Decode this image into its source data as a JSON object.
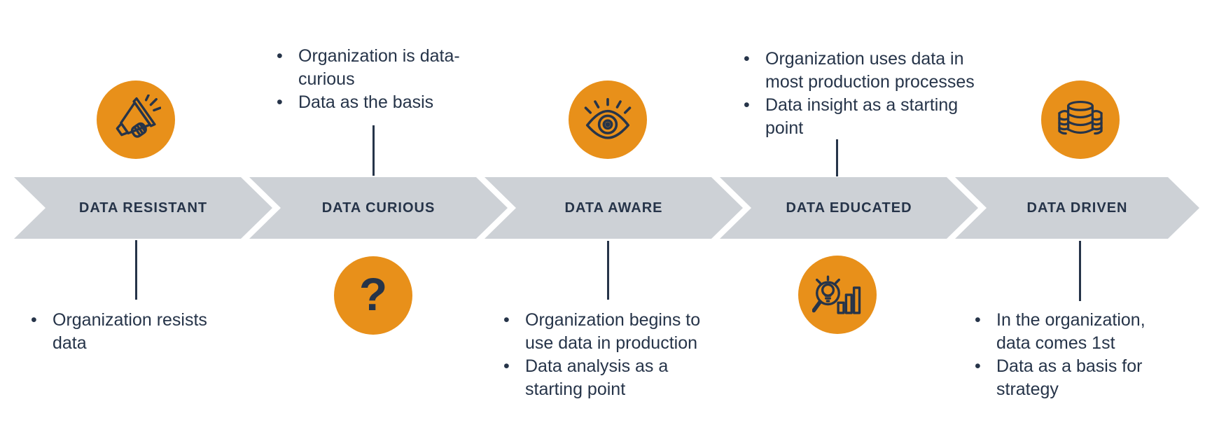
{
  "colors": {
    "accent_orange": "#E8901A",
    "band_gray": "#CDD1D6",
    "navy": "#263449",
    "background": "#FFFFFF"
  },
  "diagram_type": "data-maturity-process-timeline",
  "stages": [
    {
      "label": "DATA RESISTANT",
      "icon": "megaphone-icon",
      "icon_position": "above",
      "notes_position": "below",
      "bullets": [
        "Organization resists data"
      ]
    },
    {
      "label": "DATA CURIOUS",
      "icon": "question-mark-icon",
      "icon_glyph": "?",
      "icon_position": "below",
      "notes_position": "above",
      "bullets": [
        "Organization is data-curious",
        "Data as the basis"
      ]
    },
    {
      "label": "DATA AWARE",
      "icon": "eye-icon",
      "icon_position": "above",
      "notes_position": "below",
      "bullets": [
        "Organization begins to use data in production",
        "Data analysis as a starting point"
      ]
    },
    {
      "label": "DATA EDUCATED",
      "icon": "magnifier-lightbulb-chart-icon",
      "icon_position": "below",
      "notes_position": "above",
      "bullets": [
        "Organization uses data in most production processes",
        "Data insight as a starting point"
      ]
    },
    {
      "label": "DATA DRIVEN",
      "icon": "database-stack-icon",
      "icon_position": "above",
      "notes_position": "below",
      "bullets": [
        "In the organization, data comes 1st",
        "Data as a basis for strategy"
      ]
    }
  ]
}
